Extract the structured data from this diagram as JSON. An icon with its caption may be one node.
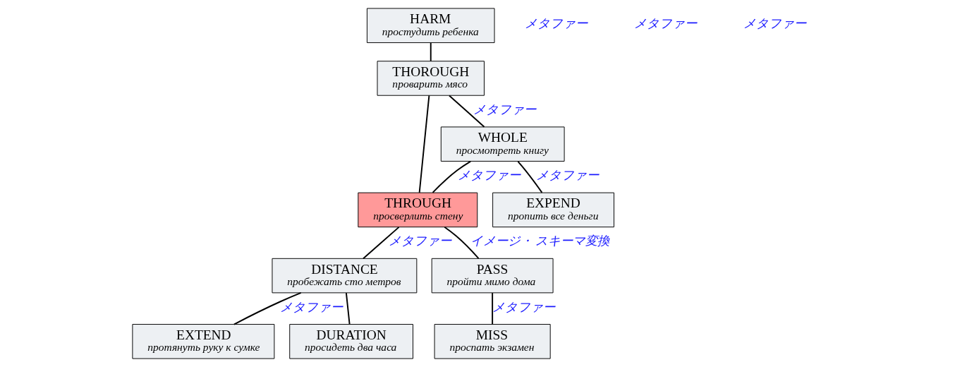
{
  "diagram": {
    "nodes": [
      {
        "text": [
          "HARM",
          "простудить ребенка"
        ]
      },
      {
        "text": [
          "THOROUGH",
          "проварить мясо"
        ]
      },
      {
        "text": [
          "THROUGH",
          "просверлить стену"
        ]
      },
      {
        "text": [
          "EXTEND",
          "протянуть руку к сумке"
        ]
      },
      {
        "text": [
          "WHOLE",
          "просмотреть книгу"
        ]
      },
      {
        "text": [
          "DISTANCE",
          "пробежать сто метров"
        ]
      },
      {
        "text": [
          "DURATION",
          "просидеть два часа"
        ]
      },
      {
        "text": [
          "EXPEND",
          "пропить все деньги"
        ]
      },
      {
        "text": [
          "PASS",
          "пройти мимо дома"
        ]
      },
      {
        "text": [
          "MISS",
          "проспать экзамен"
        ]
      }
    ],
    "edges": [
      {
        "from": 0,
        "to": 1,
        "arrow": "none"
      },
      {
        "from": 1,
        "to": 2,
        "arrow": "none"
      },
      {
        "from": 2,
        "to": 5,
        "arrow": "none",
        "label": "メタファー"
      },
      {
        "from": 5,
        "to": 3,
        "arrow": "none",
        "label": "メタファー"
      },
      {
        "from": 1,
        "to": 4,
        "arrow": "none",
        "label": "メタファー"
      },
      {
        "from": 4,
        "to": 2,
        "arrow": "none",
        "label": "メタファー"
      },
      {
        "from": 2,
        "to": 8,
        "arrow": "none",
        "label": "イメージ・ スキーマ変換"
      },
      {
        "from": 5,
        "to": 6,
        "arrow": "none"
      },
      {
        "from": 4,
        "to": 7,
        "arrow": "none",
        "label": "メタファー"
      },
      {
        "from": 8,
        "to": 9,
        "arrow": "none",
        "label": "メタファー"
      }
    ],
    "labels": [
      "メタファー",
      "メタファー",
      "メタファー"
    ]
  }
}
